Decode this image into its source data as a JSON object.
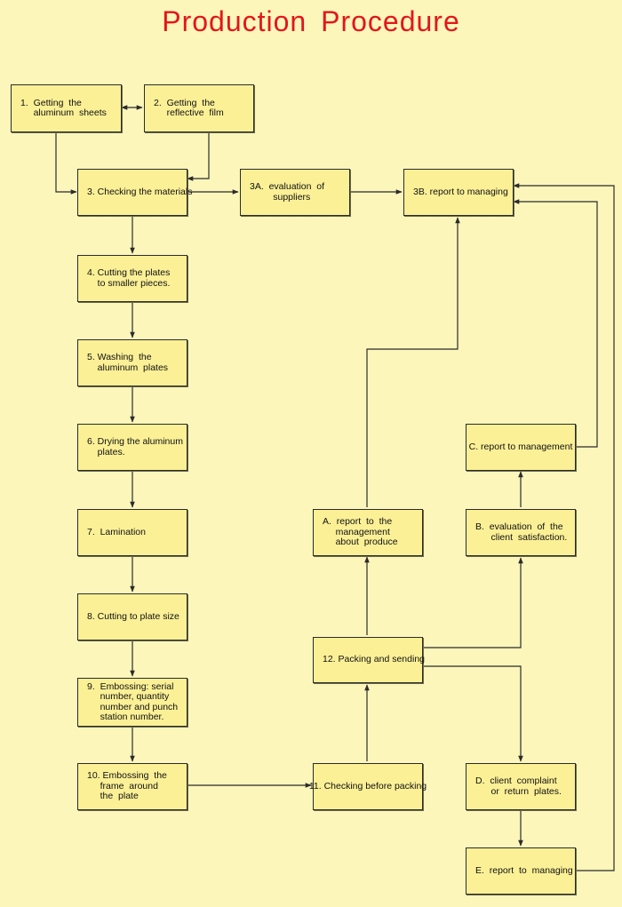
{
  "title": "Production Procedure",
  "colors": {
    "background": "#fdf6bb",
    "box_fill": "#fbf096",
    "title": "#e3161c",
    "line": "#2b2b2b"
  },
  "steps": {
    "s1": "1.  Getting  the\n     aluminum  sheets",
    "s2": "2.  Getting  the\n     reflective  film",
    "s3": "3. Checking the materials",
    "s3a": "3A.  evaluation  of\n         suppliers",
    "s3b": "3B. report to managing",
    "s4": "4. Cutting the plates\n    to smaller pieces.",
    "s5": "5. Washing  the\n    aluminum  plates",
    "s6": "6. Drying the aluminum\n    plates.",
    "s7": "7.  Lamination",
    "s8": "8. Cutting to plate size",
    "s9": "9.  Embossing: serial\n     number, quantity\n     number and punch\n     station number.",
    "s10": "10. Embossing  the\n     frame  around\n     the  plate",
    "s11": "11. Checking before packing",
    "s12": "12. Packing and sending",
    "sA": "A.  report  to  the\n     management\n     about  produce",
    "sB": "B.  evaluation  of  the\n      client  satisfaction.",
    "sC": "C. report to management",
    "sD": "D.  client  complaint\n      or  return  plates.",
    "sE": "E.  report  to  managing"
  }
}
